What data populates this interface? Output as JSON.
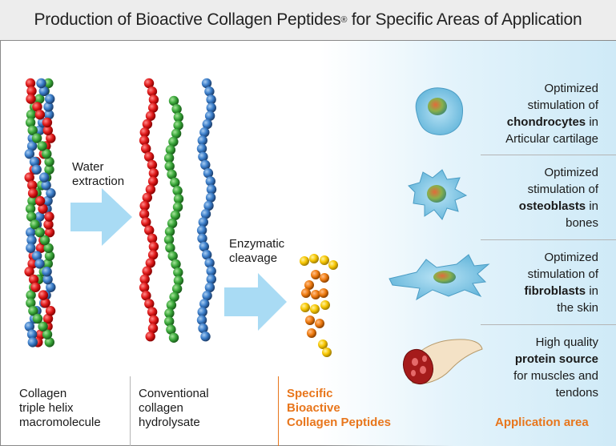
{
  "header": {
    "title_part1": "Production of Bioactive Collagen Peptides",
    "title_reg": "®",
    "title_part2": " for Specific Areas of Application"
  },
  "process": {
    "step1_arrow_label_line1": "Water",
    "step1_arrow_label_line2": "extraction",
    "step2_arrow_label_line1": "Enzymatic",
    "step2_arrow_label_line2": "cleavage"
  },
  "bottom_labels": {
    "col1": [
      "Collagen",
      "triple helix",
      "macromolecule"
    ],
    "col2": [
      "Conventional",
      "collagen",
      "hydrolysate"
    ],
    "col3": [
      "Specific",
      "Bioactive",
      "Collagen Peptides"
    ],
    "col4": "Application area"
  },
  "applications": [
    {
      "line1": "Optimized",
      "line2": "stimulation of",
      "bold": "chondrocytes",
      "after_bold": " in",
      "line4": "Articular cartilage",
      "icon": "chondrocyte-cell-icon"
    },
    {
      "line1": "Optimized",
      "line2": "stimulation of",
      "bold": "osteoblasts",
      "after_bold": " in",
      "line4": "bones",
      "icon": "osteoblast-cell-icon"
    },
    {
      "line1": "Optimized",
      "line2": "stimulation of",
      "bold": "fibroblasts",
      "after_bold": " in",
      "line4": "the skin",
      "icon": "fibroblast-cell-icon"
    },
    {
      "line1": "High quality",
      "line2": "",
      "bold": "protein source",
      "after_bold": "",
      "line3b": "for muscles and",
      "line4": "tendons",
      "icon": "muscle-tendon-icon"
    }
  ],
  "colors": {
    "red_bead": "#e01b1b",
    "green_bead": "#3aa83a",
    "blue_bead": "#3a7dc9",
    "yellow_bead": "#f7c600",
    "orange_bead": "#ef7b10",
    "arrow": "#a9dbf4",
    "accent_orange": "#e8761c"
  }
}
